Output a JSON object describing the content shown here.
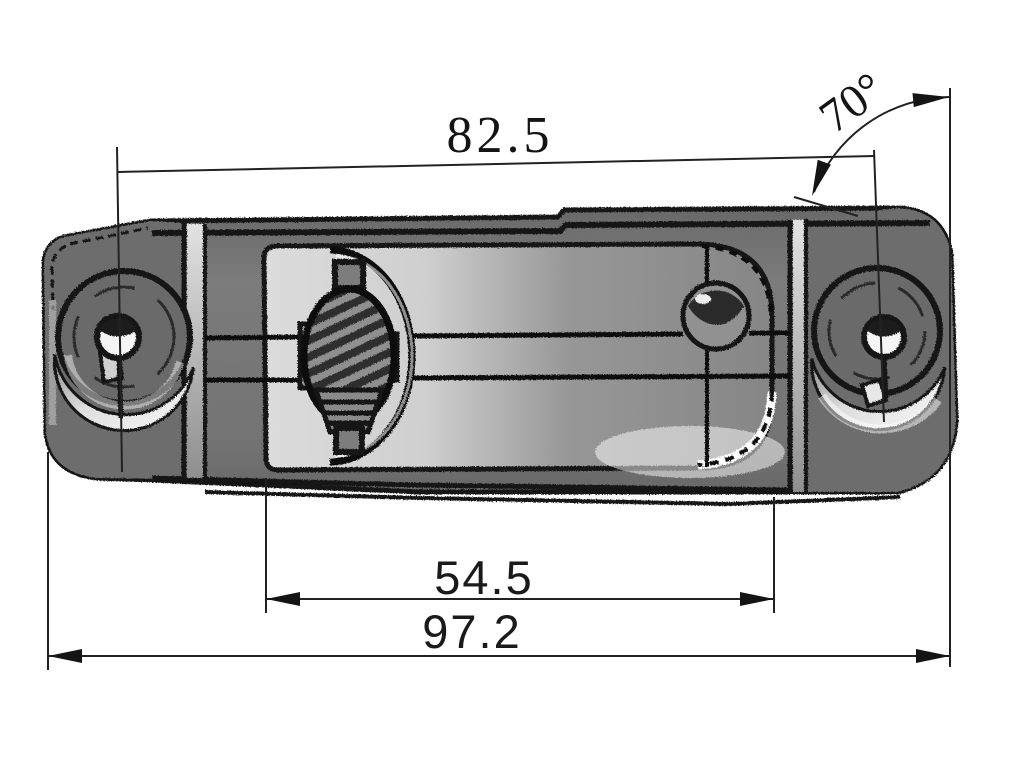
{
  "page": {
    "background": "#ffffff",
    "kind": "engineering dimension drawing",
    "subject": "license-plate lamp rear-view camera housing, front view"
  },
  "drawing": {
    "line_color": "#121212",
    "dim_line_color": "#222222",
    "body_fill": "#767676",
    "wing_fill": "#6d6d6d",
    "window_fill_light": "#d7d7d7",
    "window_fill_dark": "#8a8a8a",
    "screw_hole_fill": "#f5f5f5",
    "dimensions": {
      "screw_span": {
        "label": "82.5"
      },
      "view_angle": {
        "label": "70°"
      },
      "window_width": {
        "label": "54.5"
      },
      "overall_width": {
        "label": "97.2"
      }
    }
  }
}
